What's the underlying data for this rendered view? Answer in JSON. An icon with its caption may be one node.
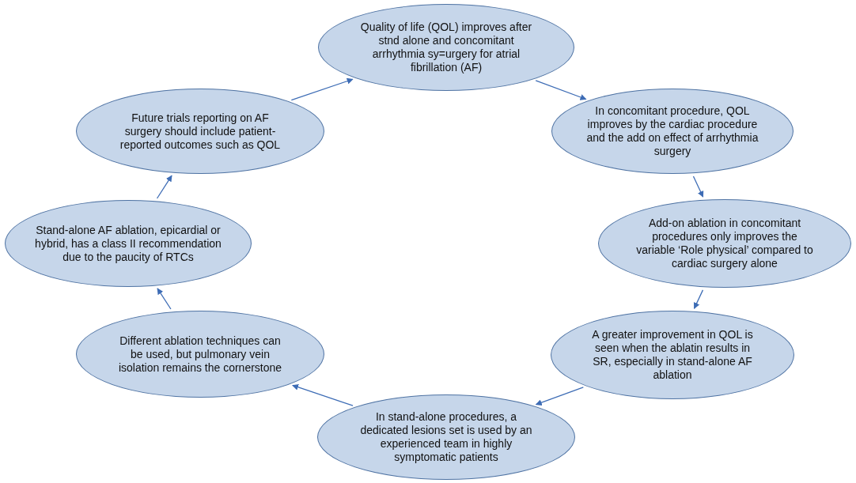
{
  "diagram": {
    "nodes": [
      {
        "text": [
          "Quality of life (QOL) improves after stnd alone and concomitant arrhythmia sy=urgery for atrial fibrillation (AF)"
        ]
      },
      {
        "text": [
          "In concomitant procedure, QOL improves by the cardiac procedure and the add on effect of arrhythmia surgery"
        ]
      },
      {
        "text": [
          "Add-on ablation in concomitant procedures only improves the variable ‘Role physical’ compared to cardiac surgery alone"
        ]
      },
      {
        "text": [
          "A greater improvement in QOL is seen when the ablatin results in SR, especially in stand-alone AF ablation"
        ]
      },
      {
        "text": [
          "In stand-alone procedures, a dedicated lesions set is used by an experienced team in highly symptomatic patients"
        ]
      },
      {
        "text": [
          "Different ablation techniques can be used, but pulmonary vein isolation remains the cornerstone"
        ]
      },
      {
        "text": [
          "Stand-alone AF ablation, epicardial or hybrid, has a class II recommendation due to the paucity of RTCs"
        ]
      },
      {
        "text": [
          "Future trials reporting on AF surgery should include patient-reported outcomes such as QOL"
        ]
      }
    ],
    "edges": [
      {
        "from": 0,
        "to": 1,
        "arrow": "to"
      },
      {
        "from": 1,
        "to": 2,
        "arrow": "to"
      },
      {
        "from": 2,
        "to": 3,
        "arrow": "to"
      },
      {
        "from": 3,
        "to": 4,
        "arrow": "to"
      },
      {
        "from": 4,
        "to": 5,
        "arrow": "to"
      },
      {
        "from": 5,
        "to": 6,
        "arrow": "to"
      },
      {
        "from": 6,
        "to": 7,
        "arrow": "to"
      },
      {
        "from": 7,
        "to": 0,
        "arrow": "to"
      }
    ]
  }
}
